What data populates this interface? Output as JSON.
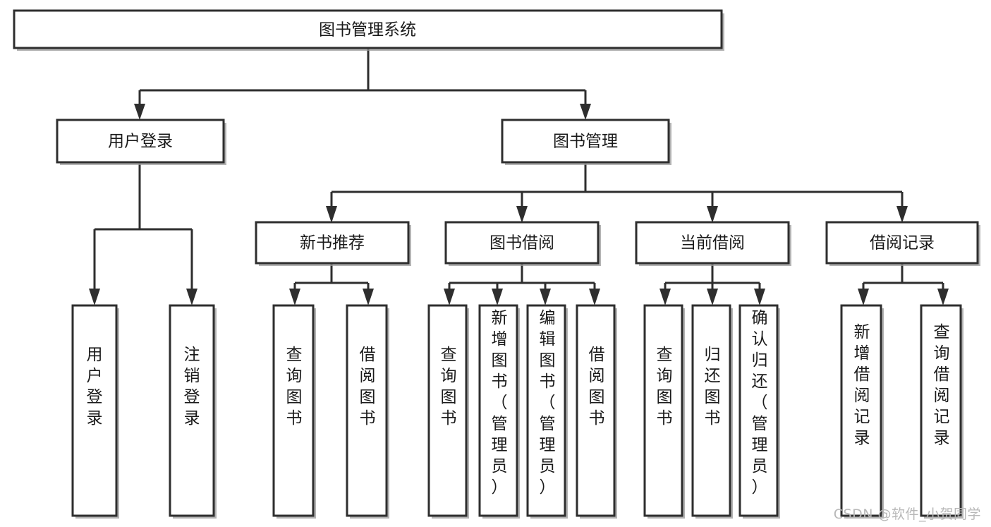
{
  "diagram": {
    "type": "tree-hierarchy",
    "title": "图书管理系统",
    "root": {
      "id": "root",
      "label": "图书管理系统",
      "orientation": "horizontal"
    },
    "level2": [
      {
        "id": "user-login",
        "label": "用户登录",
        "orientation": "horizontal"
      },
      {
        "id": "book-manage",
        "label": "图书管理",
        "orientation": "horizontal"
      }
    ],
    "level3": [
      {
        "id": "new-book-recommend",
        "label": "新书推荐",
        "orientation": "horizontal",
        "parent": "book-manage"
      },
      {
        "id": "book-borrow",
        "label": "图书借阅",
        "orientation": "horizontal",
        "parent": "book-manage"
      },
      {
        "id": "current-borrow",
        "label": "当前借阅",
        "orientation": "horizontal",
        "parent": "book-manage"
      },
      {
        "id": "borrow-record",
        "label": "借阅记录",
        "orientation": "horizontal",
        "parent": "book-manage"
      }
    ],
    "leaves": [
      {
        "id": "leaf-user-login",
        "label": "用户登录",
        "orientation": "vertical",
        "parent": "user-login"
      },
      {
        "id": "leaf-logout-login",
        "label": "注销登录",
        "orientation": "vertical",
        "parent": "user-login"
      },
      {
        "id": "leaf-query-book-1",
        "label": "查询图书",
        "orientation": "vertical",
        "parent": "new-book-recommend"
      },
      {
        "id": "leaf-borrow-book-1",
        "label": "借阅图书",
        "orientation": "vertical",
        "parent": "new-book-recommend"
      },
      {
        "id": "leaf-query-book-2",
        "label": "查询图书",
        "orientation": "vertical",
        "parent": "book-borrow"
      },
      {
        "id": "leaf-add-book",
        "label": "新增图书（管理员）",
        "orientation": "vertical",
        "parent": "book-borrow"
      },
      {
        "id": "leaf-edit-book",
        "label": "编辑图书（管理员）",
        "orientation": "vertical",
        "parent": "book-borrow"
      },
      {
        "id": "leaf-borrow-book-2",
        "label": "借阅图书",
        "orientation": "vertical",
        "parent": "book-borrow"
      },
      {
        "id": "leaf-query-book-3",
        "label": "查询图书",
        "orientation": "vertical",
        "parent": "current-borrow"
      },
      {
        "id": "leaf-return-book",
        "label": "归还图书",
        "orientation": "vertical",
        "parent": "current-borrow"
      },
      {
        "id": "leaf-confirm-return",
        "label": "确认归还（管理员）",
        "orientation": "vertical",
        "parent": "current-borrow"
      },
      {
        "id": "leaf-add-record",
        "label": "新增借阅记录",
        "orientation": "vertical",
        "parent": "borrow-record"
      },
      {
        "id": "leaf-query-record",
        "label": "查询借阅记录",
        "orientation": "vertical",
        "parent": "borrow-record"
      }
    ],
    "colors": {
      "stroke": "#2e2e2e",
      "fill": "#ffffff",
      "text": "#1a1a1a",
      "watermark": "#b8b8b8",
      "background": "#ffffff"
    }
  },
  "watermark": {
    "text": "CSDN @软件_小贺同学"
  }
}
